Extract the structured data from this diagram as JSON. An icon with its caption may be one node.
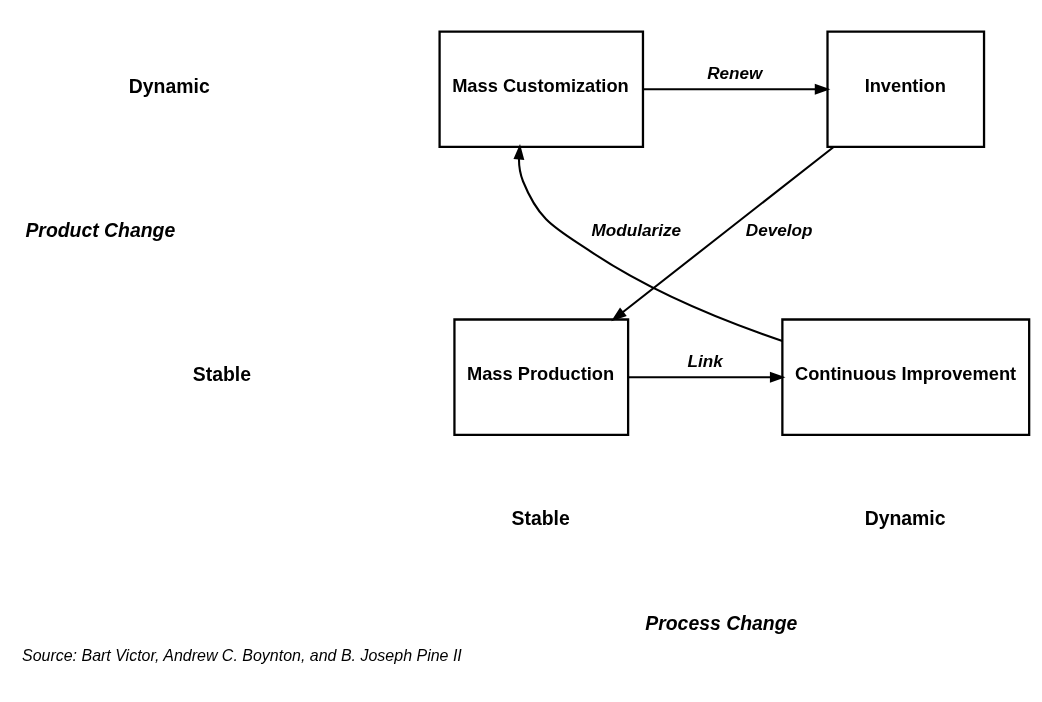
{
  "diagram": {
    "caption": "Source: Bart Victor, Andrew C. Boynton, and B. Joseph Pine II",
    "nodes": [
      {
        "text": [
          "Mass Customization"
        ]
      },
      {
        "text": [
          "Invention"
        ]
      },
      {
        "text": [
          "Mass Production"
        ]
      },
      {
        "text": [
          "Continuous Improvement"
        ]
      }
    ],
    "edges": [
      {
        "from": 0,
        "to": 1,
        "arrow": "to",
        "label": "Renew"
      },
      {
        "from": 1,
        "to": 2,
        "arrow": "to",
        "label": "Develop"
      },
      {
        "from": 2,
        "to": 3,
        "arrow": "to",
        "label": "Link"
      },
      {
        "from": 3,
        "to": 0,
        "arrow": "to",
        "label": "Modularize"
      }
    ],
    "labels": [
      "Dynamic",
      "Product Change",
      "Stable",
      "Stable",
      "Dynamic",
      "Process Change"
    ]
  }
}
